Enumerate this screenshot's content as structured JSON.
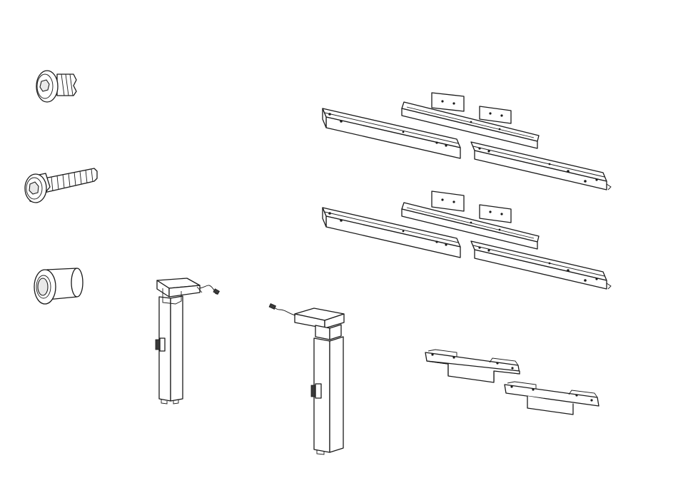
{
  "diagram": {
    "type": "exploded-parts-view",
    "line_color": "#1a1a1a",
    "background": "#ffffff",
    "parts": [
      {
        "name": "button-head-hex-screw",
        "icon": "button-head-screw-icon"
      },
      {
        "name": "socket-cap-screw",
        "icon": "socket-cap-screw-icon"
      },
      {
        "name": "flanged-sleeve-nut",
        "icon": "sleeve-nut-icon"
      },
      {
        "name": "lifting-column-left",
        "icon": "lifting-column-icon"
      },
      {
        "name": "lifting-column-right",
        "icon": "lifting-column-icon"
      },
      {
        "name": "side-rail-set-upper",
        "icon": "rail-set-icon"
      },
      {
        "name": "side-rail-set-lower",
        "icon": "rail-set-icon"
      },
      {
        "name": "mounting-bracket-pair",
        "icon": "bracket-icon"
      }
    ]
  }
}
